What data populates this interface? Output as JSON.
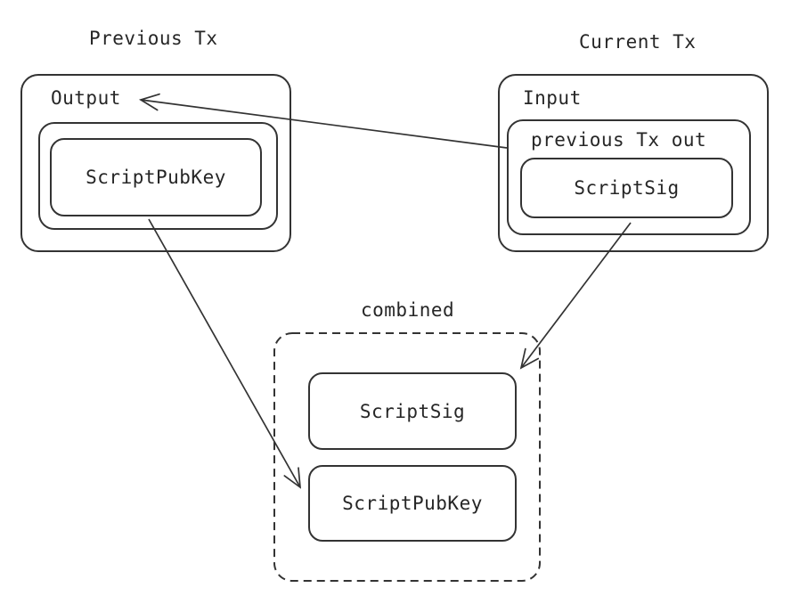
{
  "colors": {
    "stroke": "#333333",
    "text": "#262626",
    "background": "#ffffff"
  },
  "previous_tx": {
    "title": "Previous Tx",
    "output_label": "Output",
    "script_pubkey_label": "ScriptPubKey"
  },
  "current_tx": {
    "title": "Current Tx",
    "input_label": "Input",
    "prev_tx_out_label": "previous Tx out",
    "script_sig_label": "ScriptSig"
  },
  "combined": {
    "title": "combined",
    "script_sig_label": "ScriptSig",
    "script_pubkey_label": "ScriptPubKey"
  }
}
